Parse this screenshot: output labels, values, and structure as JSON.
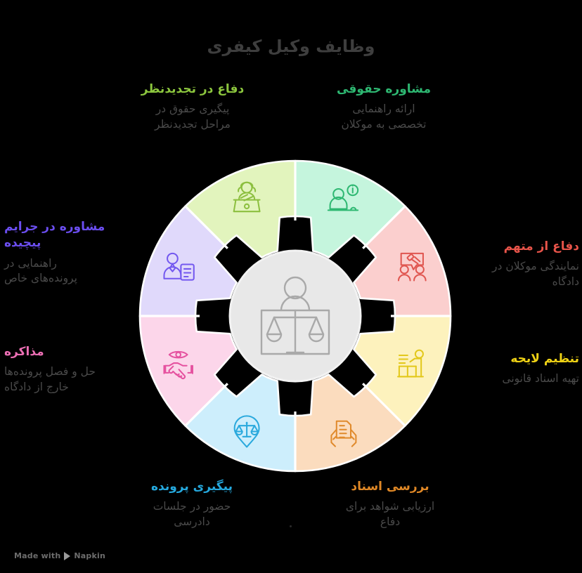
{
  "page": {
    "title": "وظایف وکیل کیفری",
    "background_color": "#000000",
    "title_color": "#3e3e3e"
  },
  "center": {
    "icon": "lawyer-scales-icon",
    "circle_color": "#e8e8e8",
    "icon_color": "#a8a8a8"
  },
  "watermark": {
    "prefix": "Made with",
    "brand": "Napkin",
    "icon": "play-triangle-icon"
  },
  "segments": [
    {
      "id": "legal-consultation",
      "title": "مشاوره حقوقی",
      "desc": "ارائه راهنمایی\nتخصصی به موکلان",
      "title_color": "#2eb872",
      "fill": "#c5f5dd",
      "icon": "person-info-icon",
      "icon_color": "#2eb872",
      "position": "top-right"
    },
    {
      "id": "defendant-defense",
      "title": "دفاع از متهم",
      "desc": "نمایندگی موکلان در\nدادگاه",
      "title_color": "#e8544a",
      "fill": "#fbcfce",
      "icon": "gavel-speech-people-icon",
      "icon_color": "#e05650",
      "position": "right-upper"
    },
    {
      "id": "brief-drafting",
      "title": "تنظیم لایحه",
      "desc": "تهیه اسناد قانونی",
      "title_color": "#efd215",
      "fill": "#fdf2bd",
      "icon": "person-podium-writing-icon",
      "icon_color": "#e3c81b",
      "position": "right-lower"
    },
    {
      "id": "document-review",
      "title": "بررسی اسناد",
      "desc": "ارزیابی شواهد برای\nدفاع",
      "title_color": "#e08826",
      "fill": "#fbdcbe",
      "icon": "hands-holding-document-icon",
      "icon_color": "#e08a2c",
      "position": "bottom-right"
    },
    {
      "id": "case-follow-up",
      "title": "پیگیری پرونده",
      "desc": "حضور در جلسات\nدادرسی",
      "title_color": "#25a8dd",
      "fill": "#cdeefc",
      "icon": "map-pin-scales-icon",
      "icon_color": "#2aa9dd",
      "position": "bottom-left"
    },
    {
      "id": "negotiation",
      "title": "مذاکره",
      "desc": "حل و فصل پرونده‌ها\nخارج از دادگاه",
      "title_color": "#ec6fb4",
      "fill": "#fcd6ea",
      "icon": "eye-handshake-icon",
      "icon_color": "#e5519f",
      "position": "left-lower"
    },
    {
      "id": "complex-crime-consultation",
      "title": "مشاوره در جرایم\nپیچیده",
      "desc": "راهنمایی در\nپرونده‌های خاص",
      "title_color": "#6b4ef0",
      "fill": "#e0d9fb",
      "icon": "person-document-icon",
      "icon_color": "#7358ef",
      "position": "left-upper"
    },
    {
      "id": "appeal-defense",
      "title": "دفاع در تجدیدنظر",
      "desc": "پیگیری حقوق در\nمراحل تجدیدنظر",
      "title_color": "#8cc63e",
      "fill": "#e2f4bd",
      "icon": "judge-bench-icon",
      "icon_color": "#8cbf3f",
      "position": "top-left"
    }
  ]
}
